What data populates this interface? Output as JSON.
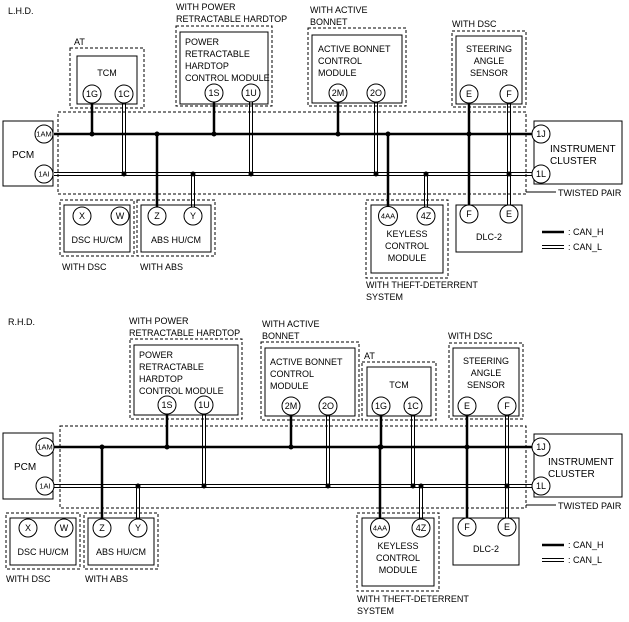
{
  "lhd": {
    "title": "L.H.D.",
    "pcm": {
      "label": "PCM",
      "pin_h": "1AM",
      "pin_l": "1AI"
    },
    "tcm": {
      "header": "AT",
      "label": "TCM",
      "pin_h": "1G",
      "pin_l": "1C"
    },
    "power_hardtop": {
      "header_1": "WITH POWER",
      "header_2": "RETRACTABLE HARDTOP",
      "label_1": "POWER",
      "label_2": "RETRACTABLE",
      "label_3": "HARDTOP",
      "label_4": "CONTROL MODULE",
      "pin_h": "1S",
      "pin_l": "1U"
    },
    "active_bonnet": {
      "header_1": "WITH ACTIVE",
      "header_2": "BONNET",
      "label_1": "ACTIVE BONNET",
      "label_2": "CONTROL",
      "label_3": "MODULE",
      "pin_h": "2M",
      "pin_l": "2O"
    },
    "steering": {
      "header": "WITH DSC",
      "label_1": "STEERING",
      "label_2": "ANGLE",
      "label_3": "SENSOR",
      "pin_h": "E",
      "pin_l": "F"
    },
    "instrument": {
      "label_1": "INSTRUMENT",
      "label_2": "CLUSTER",
      "pin_h": "1J",
      "pin_l": "1L"
    },
    "twisted_pair": "TWISTED PAIR",
    "dsc": {
      "label": "DSC HU/CM",
      "footer": "WITH DSC",
      "pin_a": "X",
      "pin_b": "W"
    },
    "abs": {
      "label": "ABS HU/CM",
      "footer": "WITH ABS",
      "pin_a": "Z",
      "pin_b": "Y"
    },
    "keyless": {
      "label_1": "KEYLESS",
      "label_2": "CONTROL",
      "label_3": "MODULE",
      "footer_1": "WITH THEFT-DETERRENT",
      "footer_2": "SYSTEM",
      "pin_a": "4AA",
      "pin_b": "4Z"
    },
    "dlc": {
      "label": "DLC-2",
      "pin_a": "F",
      "pin_b": "E"
    },
    "legend": {
      "can_h": ": CAN_H",
      "can_l": ": CAN_L"
    }
  },
  "rhd": {
    "title": "R.H.D.",
    "pcm": {
      "label": "PCM",
      "pin_h": "1AM",
      "pin_l": "1AI"
    },
    "power_hardtop": {
      "header_1": "WITH POWER",
      "header_2": "RETRACTABLE HARDTOP",
      "label_1": "POWER",
      "label_2": "RETRACTABLE",
      "label_3": "HARDTOP",
      "label_4": "CONTROL MODULE",
      "pin_h": "1S",
      "pin_l": "1U"
    },
    "active_bonnet": {
      "header_1": "WITH ACTIVE",
      "header_2": "BONNET",
      "label_1": "ACTIVE BONNET",
      "label_2": "CONTROL",
      "label_3": "MODULE",
      "pin_h": "2M",
      "pin_l": "2O"
    },
    "tcm": {
      "header": "AT",
      "label": "TCM",
      "pin_h": "1G",
      "pin_l": "1C"
    },
    "steering": {
      "header": "WITH DSC",
      "label_1": "STEERING",
      "label_2": "ANGLE",
      "label_3": "SENSOR",
      "pin_h": "E",
      "pin_l": "F"
    },
    "instrument": {
      "label_1": "INSTRUMENT",
      "label_2": "CLUSTER",
      "pin_h": "1J",
      "pin_l": "1L"
    },
    "twisted_pair": "TWISTED PAIR",
    "dsc": {
      "label": "DSC HU/CM",
      "footer": "WITH DSC",
      "pin_a": "X",
      "pin_b": "W"
    },
    "abs": {
      "label": "ABS HU/CM",
      "footer": "WITH ABS",
      "pin_a": "Z",
      "pin_b": "Y"
    },
    "keyless": {
      "label_1": "KEYLESS",
      "label_2": "CONTROL",
      "label_3": "MODULE",
      "footer_1": "WITH THEFT-DETERRENT",
      "footer_2": "SYSTEM",
      "pin_a": "4AA",
      "pin_b": "4Z"
    },
    "dlc": {
      "label": "DLC-2",
      "pin_a": "F",
      "pin_b": "E"
    },
    "legend": {
      "can_h": ": CAN_H",
      "can_l": ": CAN_L"
    }
  }
}
